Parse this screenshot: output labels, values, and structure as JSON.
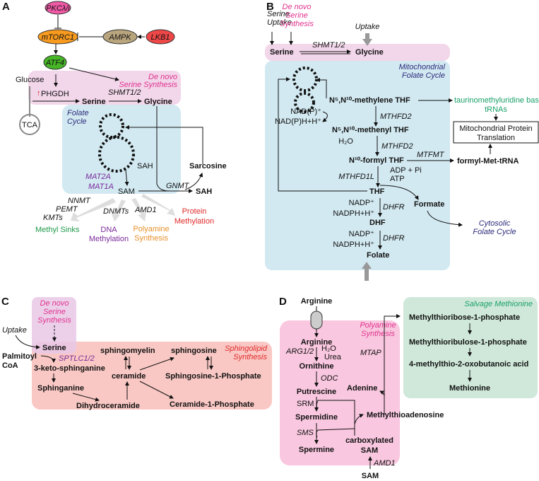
{
  "panels": {
    "a": {
      "label": "A",
      "nodes": {
        "pkc": "PKCλ/ι",
        "mtorc1": "mTORC1",
        "ampk": "AMPK",
        "lkb1": "LKB1",
        "atf4": "ATF4"
      },
      "glucose": "Glucose",
      "phgdh": "PHGDH",
      "tca": "TCA",
      "serine": "Serine",
      "glycine": "Glycine",
      "shmt": "SHMT1/2",
      "de_novo_1": "De novo",
      "de_novo_2": "Serine Synthesis",
      "folate_1": "Folate",
      "folate_2": "Cycle",
      "sah_cycle": "SAH",
      "sarcosine": "Sarcosine",
      "mat2a": "MAT2A",
      "mat1a": "MAT1A",
      "sam": "SAM",
      "gnmt": "GNMT",
      "sah_out": "SAH",
      "nnmt": "NNMT",
      "pemt": "PEMT",
      "kmts": "KMTs",
      "dnmts": "DNMTs",
      "amd1": "AMD1",
      "sinks": {
        "methyl": "Methyl Sinks",
        "dna_1": "DNA",
        "dna_2": "Methylation",
        "poly_1": "Polyamine",
        "poly_2": "Synthesis",
        "prot_1": "Protein",
        "prot_2": "Methylation"
      }
    },
    "b": {
      "label": "B",
      "serine_uptake_1": "Serine",
      "serine_uptake_2": "Uptake",
      "de_novo_1": "De novo",
      "de_novo_2": "Serine",
      "de_novo_3": "Synthesis",
      "uptake": "Uptake",
      "serine": "Serine",
      "glycine": "Glycine",
      "shmt": "SHMT1/2",
      "mito_1": "Mitochondrial",
      "mito_2": "Folate Cycle",
      "methylene_thf": "N⁵,N¹⁰-methylene THF",
      "nadp_plus": "NAD(P)⁺",
      "nadph": "NAD(P)H+H⁺",
      "mthfd2_a": "MTHFD2",
      "methenyl_thf": "N⁵,N¹⁰-methenyl THF",
      "h2o": "H₂O",
      "mthfd2_b": "MTHFD2",
      "formyl_thf": "N¹⁰-formyl THF",
      "mtfmt": "MTFMT",
      "formyl_met": "formyl-Met-tRNA",
      "adp": "ADP + Pi",
      "atp": "ATP",
      "mthfd1l": "MTHFD1L",
      "thf": "THF",
      "formate": "Formate",
      "cyto_1": "Cytosolic",
      "cyto_2": "Folate Cycle",
      "nadp1": "NADP⁺",
      "nadph1": "NADPH+H⁺",
      "dhfr1": "DHFR",
      "dhf": "DHF",
      "nadp2": "NADP⁺",
      "nadph2": "NADPH+H⁺",
      "dhfr2": "DHFR",
      "folate": "Folate",
      "taurino_1": "taurinomethyluridine base",
      "taurino_2": "tRNAs",
      "mito_prot_1": "Mitochondrial Protein",
      "mito_prot_2": "Translation"
    },
    "c": {
      "label": "C",
      "de_novo_1": "De novo",
      "de_novo_2": "Serine",
      "de_novo_3": "Synthesis",
      "uptake": "Uptake",
      "serine": "Serine",
      "palmitoyl_1": "Palmitoyl",
      "palmitoyl_2": "CoA",
      "sptlc": "SPTLC1/2",
      "keto": "3-keto-sphinganine",
      "sphinganine": "Sphinganine",
      "dihydroceramide": "Dihydroceramide",
      "sphingomyelin": "sphingomyelin",
      "ceramide": "ceramide",
      "sphingosine": "sphingosine",
      "s1p": "Sphingosine-1-Phosphate",
      "c1p": "Ceramide-1-Phosphate",
      "sphingo_1": "Sphingolipid",
      "sphingo_2": "Synthesis"
    },
    "d": {
      "label": "D",
      "arginine_out": "Arginine",
      "arginine_in": "Arginine",
      "arg12": "ARG1/2",
      "h2o": "H₂O",
      "urea": "Urea",
      "ornithine": "Ornithine",
      "odc": "ODC",
      "putrescine": "Putrescine",
      "srm": "SRM",
      "spermidine": "Spermidine",
      "sms": "SMS",
      "spermine": "Spermine",
      "poly_1": "Polyamine",
      "poly_2": "Synthesis",
      "mtap": "MTAP",
      "adenine": "Adenine",
      "mta": "Methylthioadenosine",
      "carbox_1": "carboxylated",
      "carbox_2": "SAM",
      "amd1": "AMD1",
      "sam": "SAM",
      "salvage": "Salvage Methionine",
      "mtr1p": "Methylthioribose-1-phosphate",
      "mtru1p": "Methylthioribulose-1-phosphate",
      "mtob": "4-methylthio-2-oxobutanoic acid",
      "methionine": "Methionine"
    }
  },
  "colors": {
    "pink_region": "#f2d6ea",
    "blue_region": "#d2e9f1",
    "salmon_region": "#f9c8c4",
    "polyamine_region": "#f9c7df",
    "salvage_region": "#cfe8d9",
    "pkc": "#ee5aa5",
    "mtorc1": "#f79a1e",
    "ampk": "#b8a57e",
    "lkb1": "#ee4747",
    "atf4": "#46b526"
  }
}
